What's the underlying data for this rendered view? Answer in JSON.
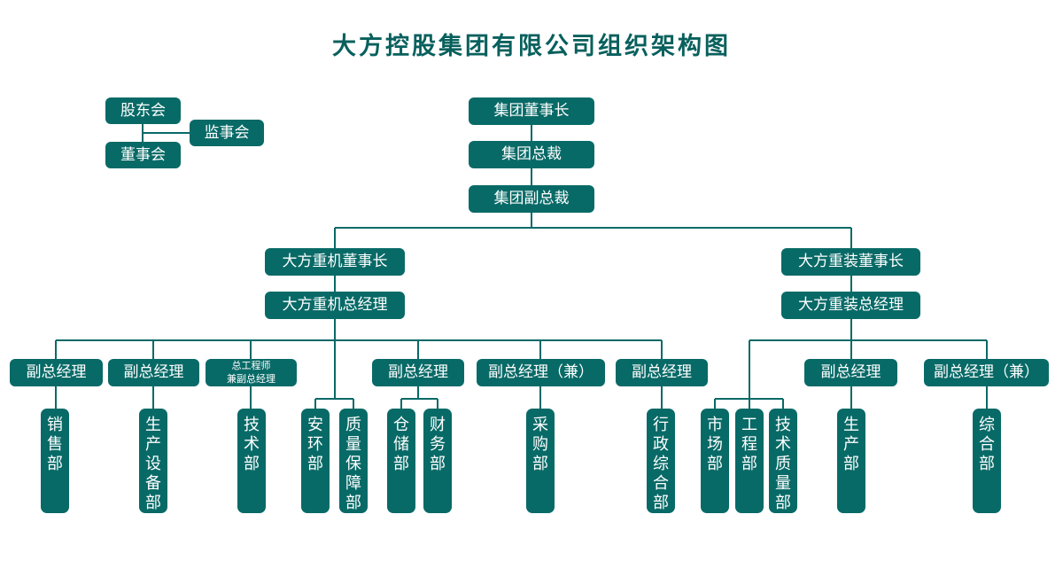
{
  "title": "大方控股集团有限公司组织架构图",
  "colors": {
    "node_fill": "#086a67",
    "line": "#086a67",
    "title": "#08605d",
    "text": "#ffffff"
  },
  "governance": {
    "shareholders": "股东会",
    "board": "董事会",
    "supervisors": "监事会"
  },
  "group": {
    "chairman": "集团董事长",
    "president": "集团总裁",
    "vice_president": "集团副总裁"
  },
  "heavy_machinery": {
    "chairman": "大方重机董事长",
    "general_manager": "大方重机总经理",
    "vp1": "副总经理",
    "vp2": "副总经理",
    "chief_engineer": [
      "总工程师",
      "兼副总经理"
    ],
    "vp3": "副总经理",
    "vp4": "副总经理（兼）",
    "vp5": "副总经理",
    "departments": {
      "sales": "销售部",
      "production_equipment": "生产设备部",
      "technology": "技术部",
      "safety_environment": "安环部",
      "quality_assurance": "质量保障部",
      "warehouse": "仓储部",
      "finance": "财务部",
      "procurement": "采购部",
      "administration": "行政综合部"
    }
  },
  "heavy_equipment": {
    "chairman": "大方重装董事长",
    "general_manager": "大方重装总经理",
    "vp1": "副总经理",
    "vp2": "副总经理（兼）",
    "departments": {
      "market": "市场部",
      "engineering": "工程部",
      "tech_quality": "技术质量部",
      "production": "生产部",
      "general_affairs": "综合部"
    }
  }
}
